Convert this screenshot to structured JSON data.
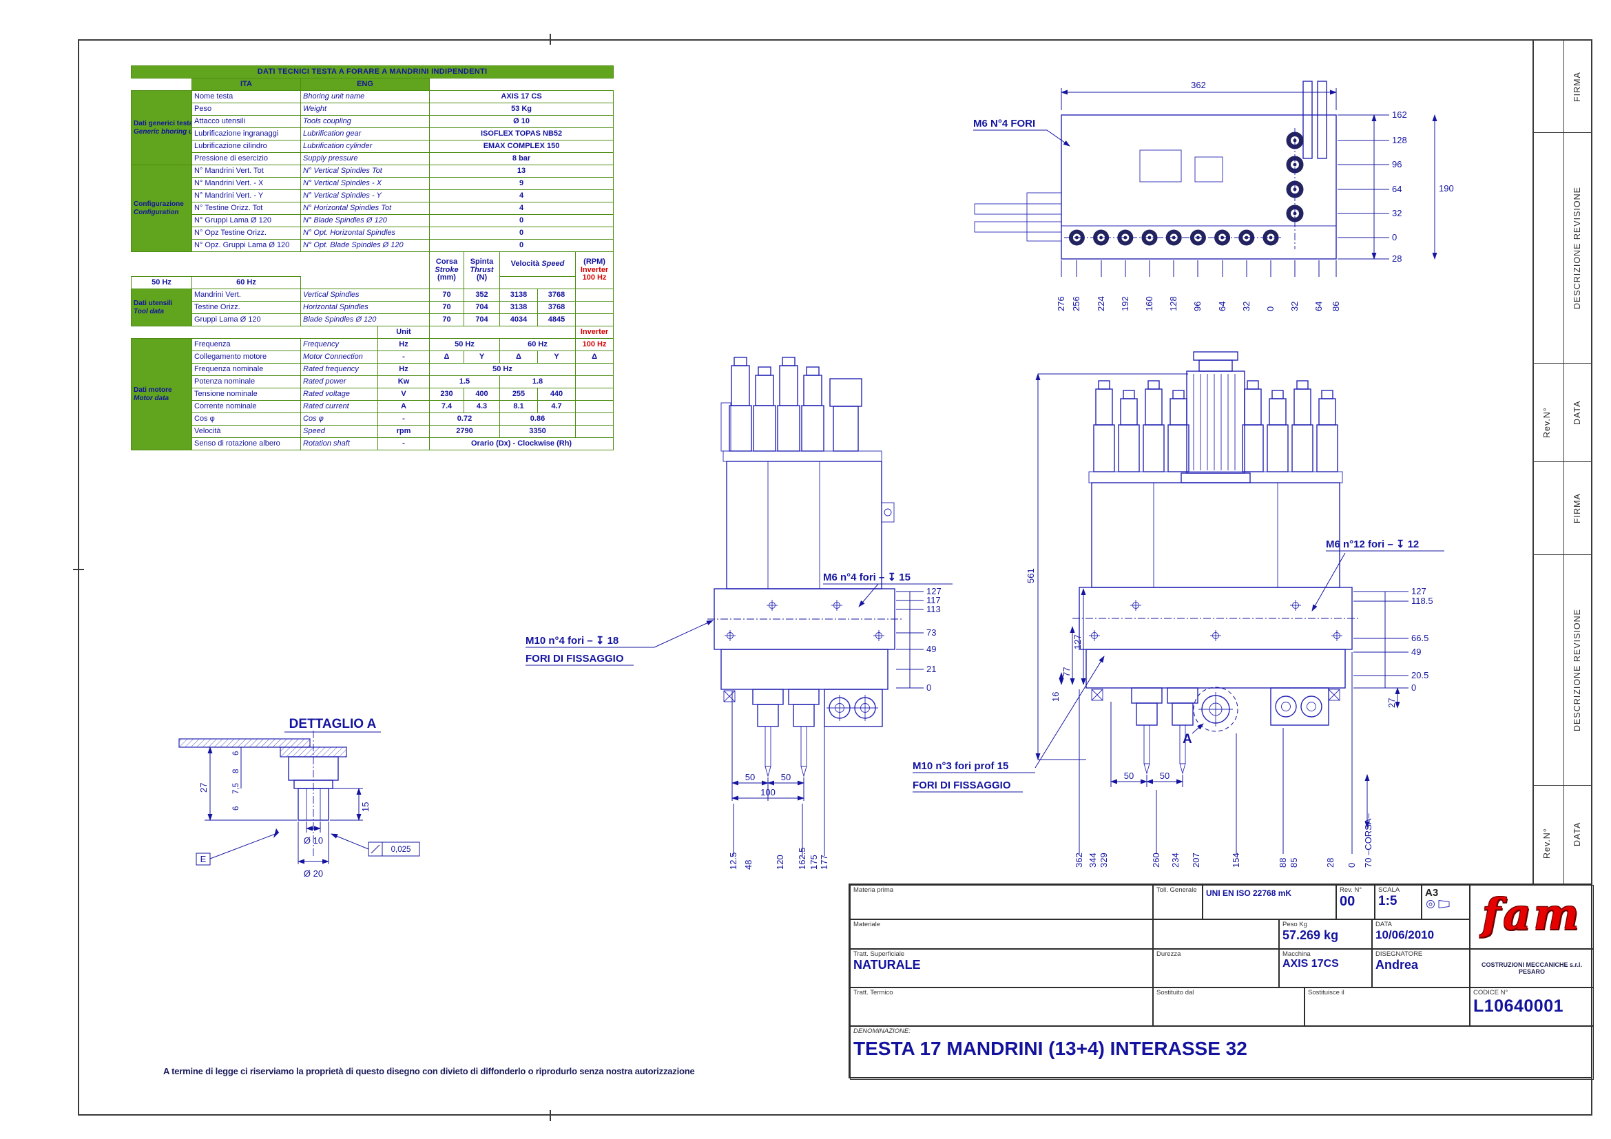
{
  "sheet": {
    "legal_text": "A termine di legge ci riserviamo la proprietà di questo disegno con divieto di diffonderlo o riprodurlo senza nostra autorizzazione"
  },
  "revision_strip": {
    "groups": [
      {
        "firma": "FIRMA",
        "descrizione": "DESCRIZIONE REVISIONE",
        "data": "DATA",
        "rev": "Rev.N°"
      },
      {
        "firma": "FIRMA",
        "descrizione": "DESCRIZIONE REVISIONE",
        "data": "DATA",
        "rev": "Rev.N°"
      }
    ]
  },
  "table": {
    "title": "DATI TECNICI TESTA A FORARE A MANDRINI INDIPENDENTI",
    "col_ita": "ITA",
    "col_eng": "ENG",
    "generic": {
      "label_ita": "Dati generici testa",
      "label_eng": "Generic bhoring unit data",
      "rows": [
        {
          "ita": "Nome testa",
          "eng": "Bhoring unit name",
          "value": "AXIS 17 CS"
        },
        {
          "ita": "Peso",
          "eng": "Weight",
          "value": "53 Kg"
        },
        {
          "ita": "Attacco utensili",
          "eng": "Tools coupling",
          "value": "Ø 10"
        },
        {
          "ita": "Lubrificazione ingranaggi",
          "eng": "Lubrification gear",
          "value": "ISOFLEX TOPAS NB52"
        },
        {
          "ita": "Lubrificazione cilindro",
          "eng": "Lubrification cylinder",
          "value": "EMAX COMPLEX 150"
        },
        {
          "ita": "Pressione di esercizio",
          "eng": "Supply pressure",
          "value": "8 bar"
        }
      ]
    },
    "config": {
      "label_ita": "Configurazione",
      "label_eng": "Configuration",
      "rows": [
        {
          "ita": "N° Mandrini Vert. Tot",
          "eng": "N° Vertical Spindles Tot",
          "value": "13"
        },
        {
          "ita": "N° Mandrini Vert. - X",
          "eng": "N° Vertical Spindles - X",
          "value": "9"
        },
        {
          "ita": "N° Mandrini Vert. - Y",
          "eng": "N° Vertical Spindles - Y",
          "value": "4"
        },
        {
          "ita": "N° Testine Orizz. Tot",
          "eng": "N° Horizontal Spindles Tot",
          "value": "4"
        },
        {
          "ita": "N° Gruppi Lama Ø 120",
          "eng": "N° Blade Spindles Ø 120",
          "value": "0"
        },
        {
          "ita": "N° Opz Testine Orizz.",
          "eng": "N° Opt. Horizontal Spindles",
          "value": "0"
        },
        {
          "ita": "N° Opz. Gruppi Lama Ø 120",
          "eng": "N° Opt. Blade Spindles Ø 120",
          "value": "0"
        }
      ]
    },
    "speed_header": {
      "corsa_ita": "Corsa",
      "corsa_eng": "Stroke",
      "corsa_unit": "(mm)",
      "spinta_ita": "Spinta",
      "spinta_eng": "Thrust",
      "spinta_unit": "(N)",
      "velocita_ita": "Velocità",
      "velocita_eng": "Speed",
      "rpm": "(RPM)",
      "hz50": "50 Hz",
      "hz60": "60 Hz",
      "inverter": "Inverter",
      "hz100": "100 Hz"
    },
    "tools": {
      "label_ita": "Dati utensili",
      "label_eng": "Tool data",
      "rows": [
        {
          "ita": "Mandrini Vert.",
          "eng": "Vertical Spindles",
          "corsa": "70",
          "spinta": "352",
          "v50": "3138",
          "v60": "3768"
        },
        {
          "ita": "Testine Orizz.",
          "eng": "Horizontal Spindles",
          "corsa": "70",
          "spinta": "704",
          "v50": "3138",
          "v60": "3768"
        },
        {
          "ita": "Gruppi Lama Ø 120",
          "eng": "Blade Spindles Ø 120",
          "corsa": "70",
          "spinta": "704",
          "v50": "4034",
          "v60": "4845"
        }
      ]
    },
    "motor": {
      "label_ita": "Dati motore",
      "label_eng": "Motor data",
      "unit_header": "Unit",
      "inverter_header": "Inverter",
      "rows": {
        "frequenza": {
          "ita": "Frequenza",
          "eng": "Frequency",
          "unit": "Hz",
          "v50": "50 Hz",
          "v60": "60 Hz",
          "v100": "100 Hz"
        },
        "collegamento": {
          "ita": "Collegamento motore",
          "eng": "Motor Connection",
          "unit": "-",
          "a": "Δ",
          "b": "Y",
          "c": "Δ",
          "d": "Y",
          "e": "Δ"
        },
        "freq_nominale": {
          "ita": "Frequenza nominale",
          "eng": "Rated frequency",
          "unit": "Hz",
          "value": "50 Hz"
        },
        "potenza": {
          "ita": "Potenza nominale",
          "eng": "Rated power",
          "unit": "Kw",
          "v50": "1.5",
          "v60": "1.8"
        },
        "tensione": {
          "ita": "Tensione nominale",
          "eng": "Rated voltage",
          "unit": "V",
          "a": "230",
          "b": "400",
          "c": "255",
          "d": "440"
        },
        "corrente": {
          "ita": "Corrente nominale",
          "eng": "Rated current",
          "unit": "A",
          "a": "7.4",
          "b": "4.3",
          "c": "8.1",
          "d": "4.7"
        },
        "cosphi": {
          "ita": "Cos φ",
          "eng": "Cos φ",
          "unit": "-",
          "v50": "0.72",
          "v60": "0.86"
        },
        "velocita": {
          "ita": "Velocità",
          "eng": "Speed",
          "unit": "rpm",
          "v50": "2790",
          "v60": "3350"
        },
        "senso": {
          "ita": "Senso di rotazione albero",
          "eng": "Rotation shaft",
          "unit": "-",
          "value": "Orario (Dx) - Clockwise (Rh)"
        }
      }
    }
  },
  "views": {
    "top": {
      "m6_label": "M6 N°4 FORI",
      "width_dim": "362",
      "overall_dim": "190",
      "right_dims": [
        "162",
        "128",
        "96",
        "64",
        "32",
        "0",
        "28"
      ],
      "bottom_dims": [
        "276",
        "256",
        "224",
        "192",
        "160",
        "128",
        "96",
        "64",
        "32",
        "0",
        "32",
        "64",
        "86"
      ]
    },
    "front_left": {
      "m6_label": "M6   n°4 fori – ↧ 15",
      "m10_label": "M10   n°4 fori – ↧ 18",
      "fissaggio_label": "FORI DI FISSAGGIO",
      "right_dims": [
        "127",
        "117",
        "113",
        "73",
        "49",
        "21",
        "0"
      ],
      "pitch_dims": [
        "50",
        "50"
      ],
      "total_dim": "100",
      "bottom_dims": [
        "12.5",
        "48",
        "120",
        "162.5",
        "175",
        "177"
      ]
    },
    "front_right": {
      "height_dim": "561",
      "m6_label": "M6   n°12 fori – ↧ 12",
      "m10_label": "M10 n°3 fori prof 15",
      "fissaggio_label": "FORI DI FISSAGGIO",
      "right_dims": [
        "127",
        "118.5",
        "66.5",
        "49",
        "20.5",
        "0"
      ],
      "dim_27": "27",
      "left_dims": [
        "127",
        "77",
        "16"
      ],
      "detail_label": "A",
      "pitch_dims": [
        "50",
        "50"
      ],
      "bottom_dims": [
        "362",
        "344",
        "329",
        "260",
        "234",
        "207",
        "154",
        "88",
        "85",
        "28",
        "0"
      ],
      "corsa_dim": "70 –CORSA–"
    },
    "detail": {
      "title": "DETTAGLIO A",
      "height_dim": "27",
      "step_dims": [
        "6",
        "8",
        "7,5",
        "6"
      ],
      "side_dim": "15",
      "bore_dia": "Ø 10",
      "outer_dia": "Ø 20",
      "tolerance": "0,025",
      "datum": "E"
    }
  },
  "title_block": {
    "materia_prima": "Materia prima",
    "toll_label": "Toll. Generale",
    "toll_value": "UNI EN ISO 22768 mK",
    "rev_label": "Rev. N°",
    "rev_value": "00",
    "scala_label": "SCALA",
    "scala_value": "1:5",
    "format": "A3",
    "materiale_label": "Materiale",
    "peso_label": "Peso Kg",
    "peso_value": "57.269 kg",
    "data_label": "DATA",
    "data_value": "10/06/2010",
    "tratt_sup_label": "Tratt. Superficiale",
    "tratt_sup_value": "NATURALE",
    "durezza_label": "Durezza",
    "macchina_label": "Macchina",
    "macchina_value": "AXIS 17CS",
    "disegnatore_label": "DISEGNATORE",
    "disegnatore_value": "Andrea",
    "logo_text": "fam",
    "company": "COSTRUZIONI MECCANICHE s.r.l. PESARO",
    "codice_label": "CODICE N°",
    "codice_value": "L10640001",
    "tratt_term_label": "Tratt. Termico",
    "sostituito_label": "Sostituito dal",
    "sostituisce_label": "Sostituisce il",
    "denominazione_label": "DENOMINAZIONE:",
    "denominazione_value": "TESTA 17 MANDRINI (13+4) INTERASSE 32"
  }
}
